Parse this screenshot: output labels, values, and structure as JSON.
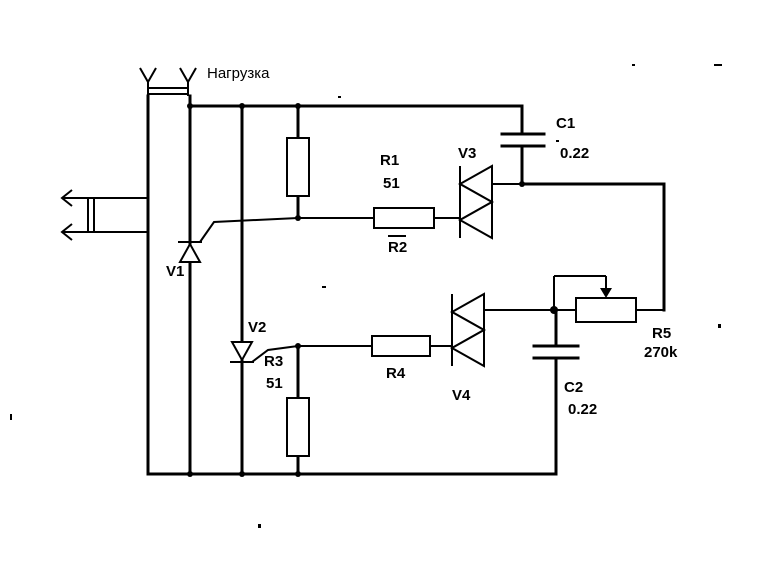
{
  "diagram": {
    "load_label": "Нагрузка",
    "components": {
      "r1": {
        "name": "R1",
        "value": "51"
      },
      "r2": {
        "name": "R2"
      },
      "r3": {
        "name": "R3",
        "value": "51"
      },
      "r4": {
        "name": "R4"
      },
      "r5": {
        "name": "R5",
        "value": "270k"
      },
      "c1": {
        "name": "C1",
        "value": "0.22"
      },
      "c2": {
        "name": "C2",
        "value": "0.22"
      },
      "v1": {
        "name": "V1"
      },
      "v2": {
        "name": "V2"
      },
      "v3": {
        "name": "V3"
      },
      "v4": {
        "name": "V4"
      }
    }
  }
}
